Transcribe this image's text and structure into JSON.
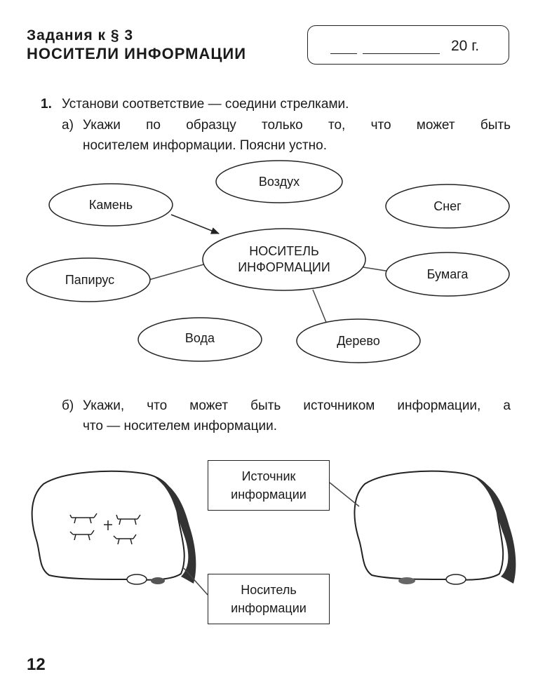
{
  "header": {
    "section_label": "Задания к § 3",
    "title": "НОСИТЕЛИ ИНФОРМАЦИИ",
    "date_suffix": "20 г."
  },
  "task1": {
    "number": "1.",
    "instruction": "Установи соответствие — соедини стрелками.",
    "part_a": {
      "marker": "а)",
      "line1": "Укажи по образцу только то, что может быть",
      "line2": "носителем информации. Поясни устно."
    },
    "diagram": {
      "center_line1": "НОСИТЕЛЬ",
      "center_line2": "ИНФОРМАЦИИ",
      "ovals": [
        "Воздух",
        "Камень",
        "Снег",
        "Папирус",
        "Бумага",
        "Вода",
        "Дерево"
      ]
    },
    "part_b": {
      "marker": "б)",
      "line1": "Укажи, что может быть источником информации, а",
      "line2": "что — носителем информации."
    },
    "boxes": {
      "source_line1": "Источник",
      "source_line2": "информации",
      "carrier_line1": "Носитель",
      "carrier_line2": "информации"
    }
  },
  "page_number": "12"
}
